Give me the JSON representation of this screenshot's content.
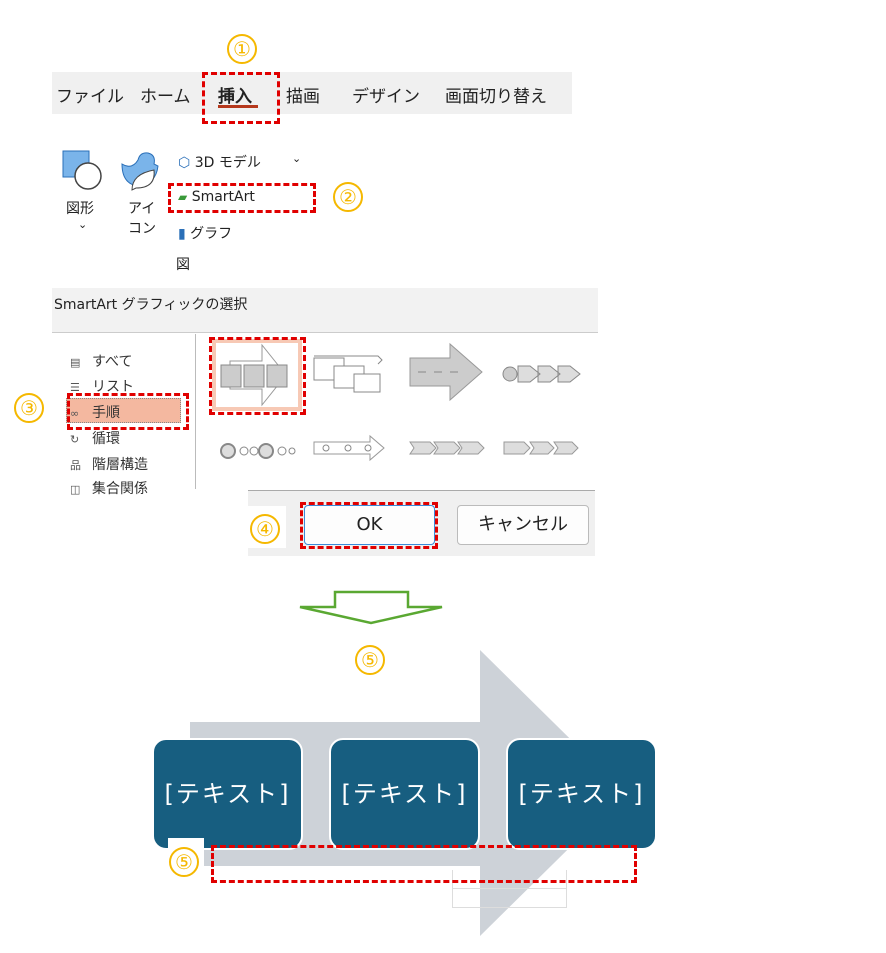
{
  "steps": [
    "①",
    "②",
    "③",
    "④",
    "⑤",
    "⑤"
  ],
  "tabs": [
    "ファイル",
    "ホーム",
    "挿入",
    "描画",
    "デザイン",
    "画面切り替え"
  ],
  "ribbon": {
    "shapes": "図形",
    "icons_line1": "アイ",
    "icons_line2": "コン",
    "model3d": "3D モデル",
    "smartart": "SmartArt",
    "chart": "グラフ",
    "group": "図"
  },
  "dialog": {
    "title": "SmartArt グラフィックの選択",
    "categories": [
      {
        "icon": "all-icon",
        "label": "すべて"
      },
      {
        "icon": "list-icon",
        "label": "リスト"
      },
      {
        "icon": "process-icon",
        "label": "手順"
      },
      {
        "icon": "cycle-icon",
        "label": "循環"
      },
      {
        "icon": "hierarchy-icon",
        "label": "階層構造"
      },
      {
        "icon": "relationship-icon",
        "label": "集合関係"
      }
    ],
    "ok": "OK",
    "cancel": "キャンセル"
  },
  "smartart": {
    "boxes": [
      "[テキスト]",
      "[テキスト]",
      "[テキスト]"
    ]
  },
  "colors": {
    "accent": "#f5b800",
    "highlight": "#e00000",
    "box": "#175e80",
    "selected": "#f4b8a0",
    "arrow": "#cdd2d8",
    "green_arrow": "#5aa832"
  }
}
